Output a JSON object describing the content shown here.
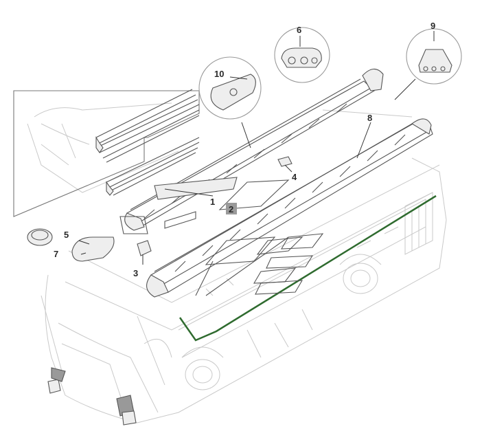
{
  "diagram": {
    "callouts": [
      {
        "id": "c1",
        "label": "1"
      },
      {
        "id": "c2",
        "label": "2",
        "highlighted": true
      },
      {
        "id": "c3",
        "label": "3"
      },
      {
        "id": "c4",
        "label": "4"
      },
      {
        "id": "c5",
        "label": "5"
      },
      {
        "id": "c6",
        "label": "6"
      },
      {
        "id": "c7",
        "label": "7"
      },
      {
        "id": "c8",
        "label": "8"
      },
      {
        "id": "c9",
        "label": "9"
      },
      {
        "id": "c10",
        "label": "10"
      }
    ],
    "colors": {
      "line_art": "#555555",
      "ghost_vehicle": "#c9c9c9",
      "accent_stripe": "#2f6b2f",
      "highlight_box": "#9a9a9a"
    }
  }
}
